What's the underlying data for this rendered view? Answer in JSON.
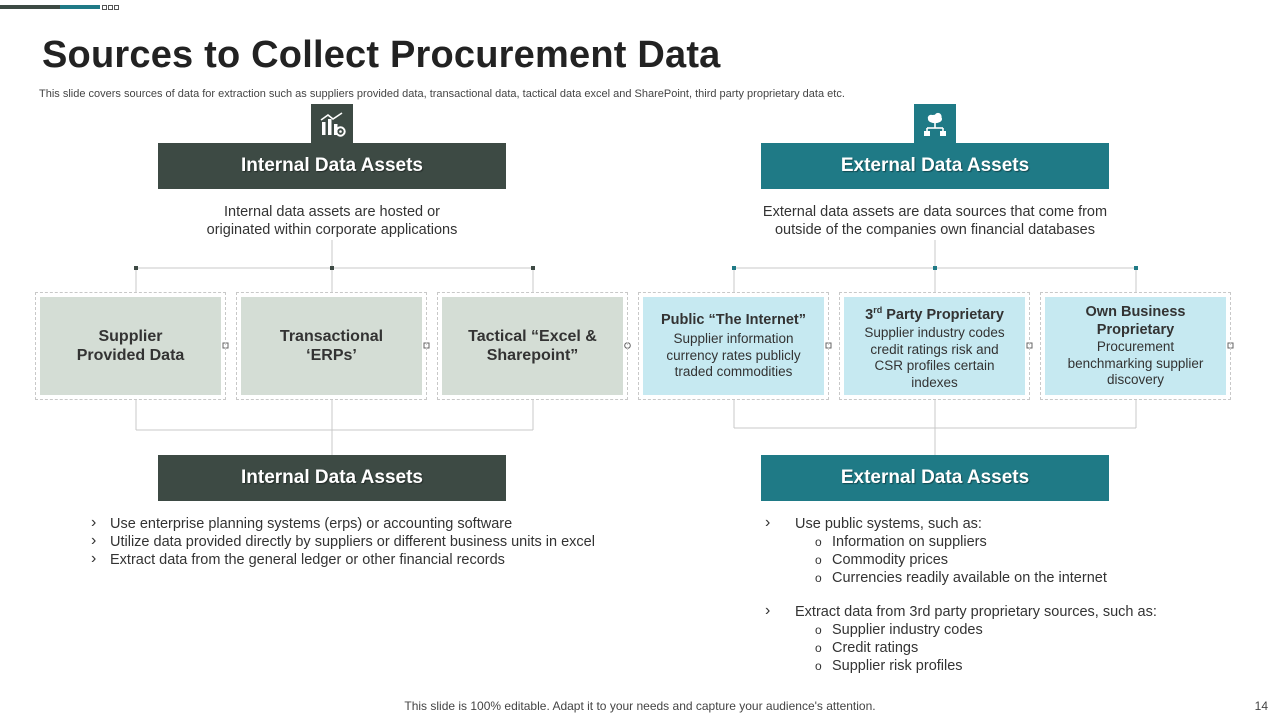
{
  "slide": {
    "title": "Sources to Collect Procurement Data",
    "subtitle": "This slide covers sources of data for extraction such as suppliers provided data, transactional data, tactical data excel and SharePoint, third party proprietary data etc.",
    "footer": "This slide is 100% editable. Adapt it to your needs and capture your audience's attention.",
    "page_number": "14"
  },
  "colors": {
    "internal": "#3d4a44",
    "external": "#1f7a86",
    "internal_card": "#d4ddd5",
    "external_card": "#c6e9f1"
  },
  "icons": {
    "internal": "bar-chart-gear-icon",
    "external": "cloud-network-icon"
  },
  "internal": {
    "header": "Internal Data Assets",
    "desc_line1": "Internal data assets  are hosted or",
    "desc_line2": "originated within corporate applications",
    "cards": [
      {
        "title_line1": "Supplier",
        "title_line2": "Provided Data"
      },
      {
        "title_line1": "Transactional",
        "title_line2": "‘ERPs’"
      },
      {
        "title_line1": "Tactical “Excel &",
        "title_line2": "Sharepoint”"
      }
    ],
    "bottom_header": "Internal Data Assets",
    "bullets": [
      "Use enterprise planning systems (erps) or accounting software",
      "Utilize data provided directly by suppliers or different business units in excel",
      "Extract data from the general ledger or other financial records"
    ]
  },
  "external": {
    "header": "External Data Assets",
    "desc_line1": "External data assets are data sources that come from",
    "desc_line2": "outside of the companies own financial databases",
    "cards": [
      {
        "title": "Public “The Internet”",
        "lines": [
          "Supplier information",
          "currency rates publicly",
          "traded commodities"
        ]
      },
      {
        "title_num": "3",
        "title_sup": "rd",
        "title_rest": " Party Proprietary",
        "lines": [
          "Supplier industry codes",
          "credit ratings risk and",
          "CSR profiles certain",
          "indexes"
        ]
      },
      {
        "title_line1": "Own Business",
        "title_line2": "Proprietary",
        "lines": [
          "Procurement",
          "benchmarking supplier",
          "discovery"
        ]
      }
    ],
    "bottom_header": "External Data Assets",
    "bullets": [
      {
        "text": "Use public systems, such as:",
        "sub": [
          "Information on suppliers",
          "Commodity prices",
          "Currencies readily available  on the internet"
        ]
      },
      {
        "text": "Extract data from 3rd party proprietary sources, such as:",
        "sub": [
          "Supplier industry codes",
          "Credit ratings",
          "Supplier risk profiles"
        ]
      }
    ]
  }
}
